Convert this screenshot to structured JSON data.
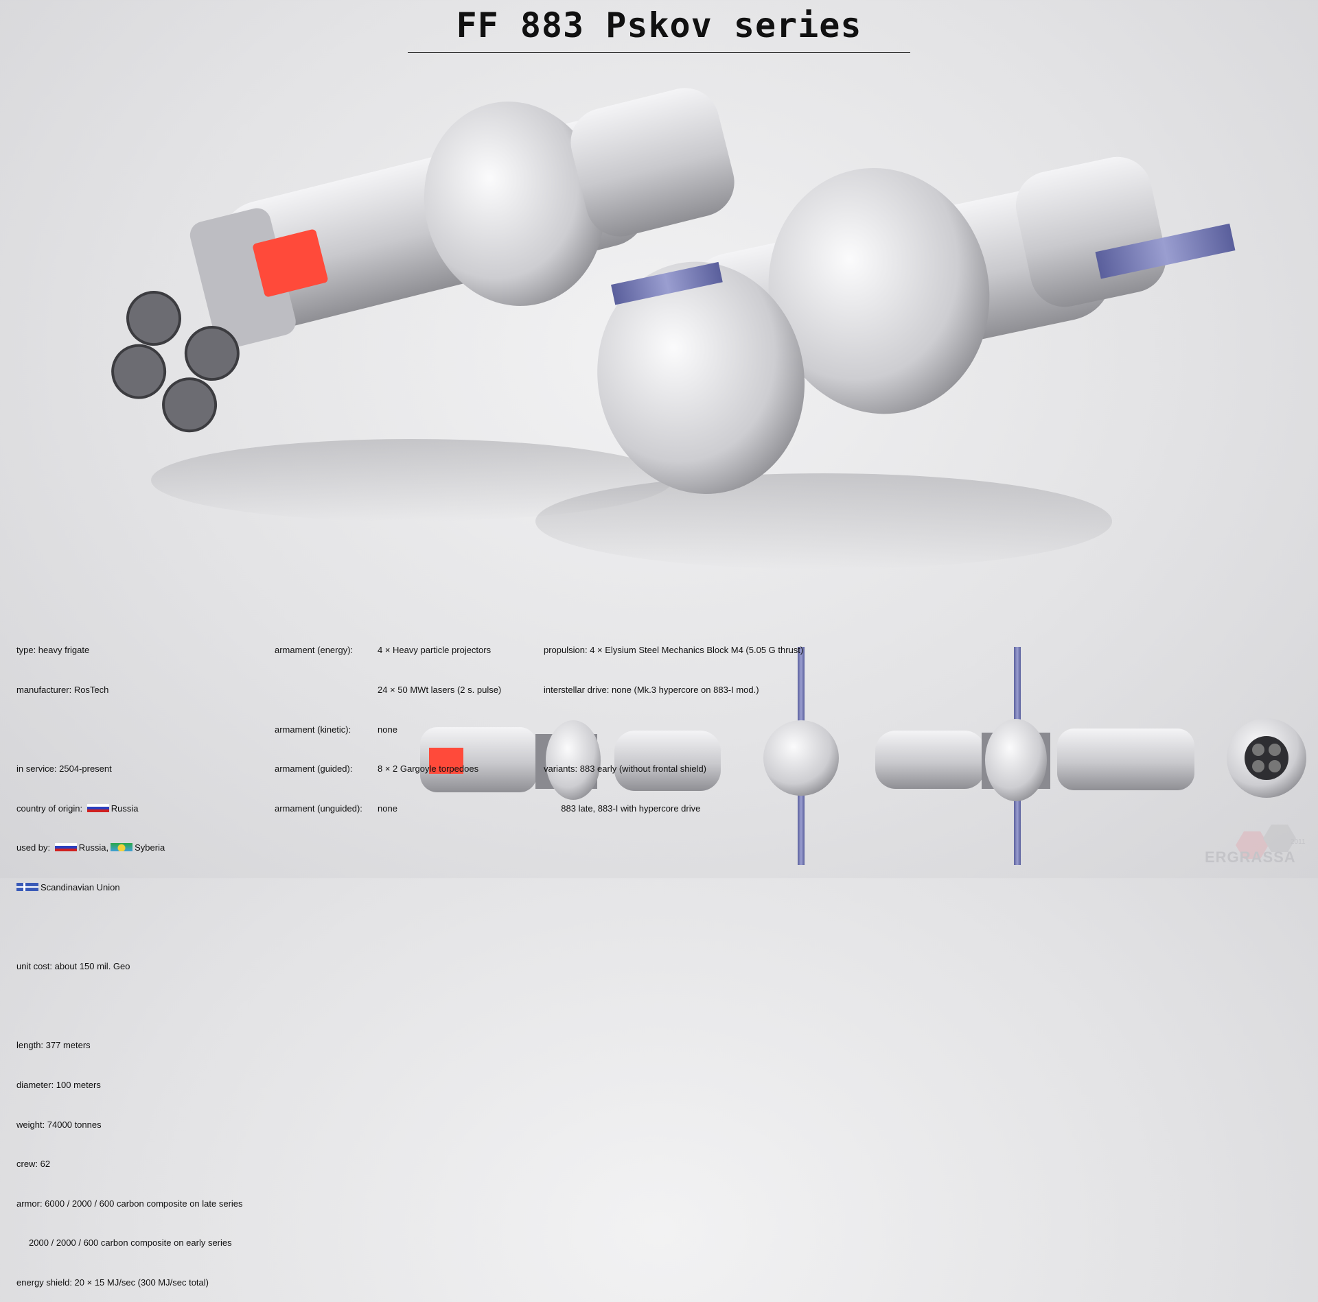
{
  "title": "FF 883 Pskov series",
  "specs_left": {
    "type": "type: heavy frigate",
    "manufacturer": "manufacturer: RosTech",
    "in_service": "in service: 2504-present",
    "origin_label": "country of origin:",
    "origin_value": "Russia",
    "used_by_label": "used by:",
    "used_by_1": "Russia,",
    "used_by_2": "Syberia",
    "used_by_3": "Scandinavian Union",
    "unit_cost": "unit cost: about 150 mil. Geo",
    "length": "length: 377 meters",
    "diameter": "diameter: 100 meters",
    "weight": "weight: 74000 tonnes",
    "crew": "crew: 62",
    "armor_1": "armor: 6000 / 2000 / 600 carbon composite on late series",
    "armor_2": "     2000 / 2000 / 600 carbon composite on early series",
    "shield": "energy shield: 20 × 15 MJ/sec (300 MJ/sec total)"
  },
  "specs_armament": [
    {
      "label": "armament (energy):",
      "value": "4 × Heavy particle projectors"
    },
    {
      "label": "",
      "value": "24 × 50 MWt lasers (2 s. pulse)"
    },
    {
      "label": "armament (kinetic):",
      "value": "none"
    },
    {
      "label": "armament (guided):",
      "value": "8 × 2 Gargoyle torpedoes"
    },
    {
      "label": "armament (unguided):",
      "value": "none"
    }
  ],
  "specs_propulsion": {
    "propulsion": "propulsion: 4 × Elysium Steel Mechanics Block M4 (5.05 G thrust)",
    "interstellar": "interstellar drive: none (Mk.3 hypercore on 883-I mod.)",
    "variants_1": "variants: 883 early (without frontal shield)",
    "variants_2": "       883 late, 883-I with hypercore drive"
  },
  "watermark": {
    "name": "ERGRASSA",
    "year": "2011"
  },
  "colors": {
    "hull": "#d9d9dc",
    "glow": "#ff4a3a",
    "panel": "#6a6fae"
  }
}
